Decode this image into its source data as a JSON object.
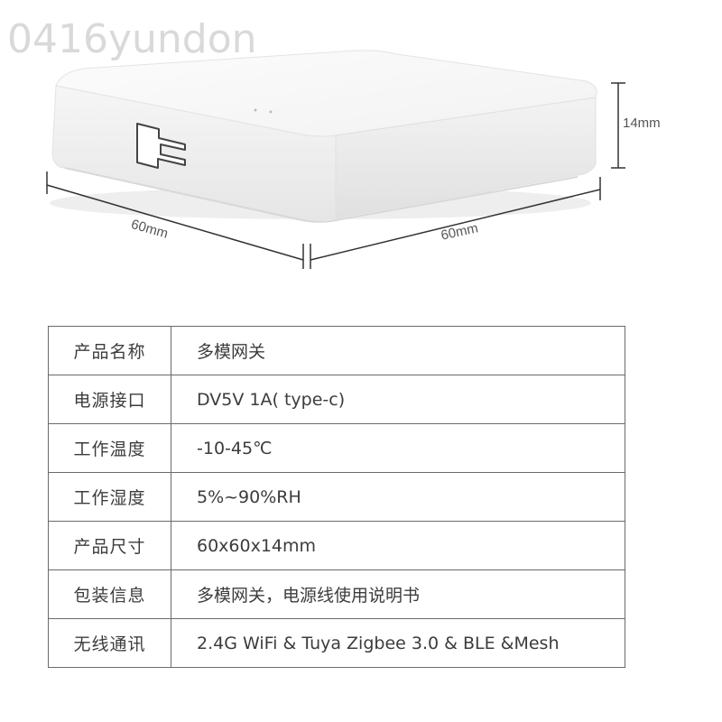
{
  "watermark": "0416yundon",
  "dimensions": {
    "height": "14mm",
    "width_left": "60mm",
    "width_right": "60mm"
  },
  "spec_table": {
    "rows": [
      {
        "key": "产品名称",
        "value": "多模网关"
      },
      {
        "key": "电源接口",
        "value": "DV5V 1A( type-c)"
      },
      {
        "key": "工作温度",
        "value": "-10-45℃"
      },
      {
        "key": "工作湿度",
        "value": "5%~90%RH"
      },
      {
        "key": "产品尺寸",
        "value": "60x60x14mm"
      },
      {
        "key": "包装信息",
        "value": "多模网关，电源线使用说明书"
      },
      {
        "key": "无线通讯",
        "value": "2.4G WiFi & Tuya Zigbee 3.0 & BLE &Mesh"
      }
    ]
  }
}
